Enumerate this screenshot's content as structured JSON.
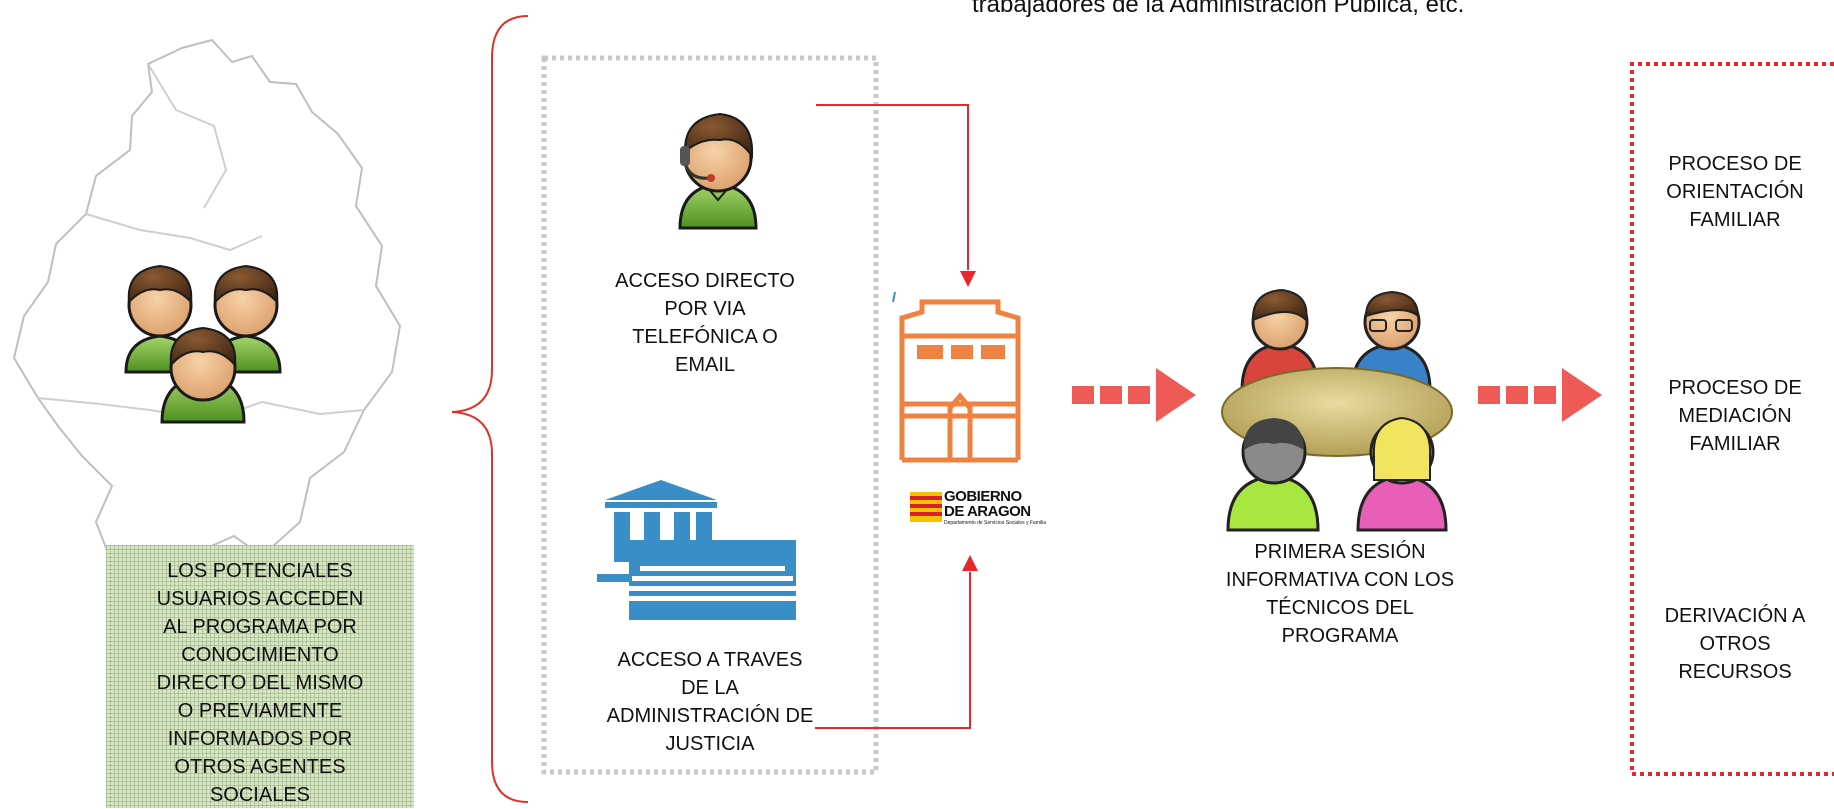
{
  "top_caption": "trabajadores de la Administración Pública, etc.",
  "users_note": "LOS POTENCIALES\nUSUARIOS ACCEDEN\nAL PROGRAMA POR\nCONOCIMIENTO\nDIRECTO DEL MISMO\nO PREVIAMENTE\nINFORMADOS  POR\nOTROS AGENTES\nSOCIALES",
  "access_phone": "ACCESO DIRECTO\nPOR VIA\nTELEFÓNICA O\nEMAIL",
  "access_justice": "ACCESO A TRAVES\nDE LA\nADMINISTRACIÓN DE\nJUSTICIA",
  "logo": {
    "name": "GOBIERNO\nDE ARAGON",
    "subtitle": "Departamento de Servicios Sociales y Familia"
  },
  "first_session": "PRIMERA SESIÓN\nINFORMATIVA CON LOS\nTÉCNICOS DEL\nPROGRAMA",
  "outcomes": [
    "PROCESO DE\nORIENTACIÓN\nFAMILIAR",
    "PROCESO DE\nMEDIACIÓN\nFAMILIAR",
    "DERIVACIÓN A\nOTROS\nRECURSOS"
  ],
  "colors": {
    "connector": "#e8262c",
    "dotted_box": "#c8c8c8",
    "outcome_box": "#e8262c",
    "building": "#ef8240",
    "courthouse": "#3a8ec8",
    "big_arrow": "#ee5a55",
    "brace": "#d9352b",
    "avatar_green": "#74b13f"
  },
  "icons": [
    "aragon-map-icon",
    "user-group-icon",
    "headset-agent-icon",
    "courthouse-icon",
    "government-building-icon",
    "meeting-table-icon"
  ]
}
